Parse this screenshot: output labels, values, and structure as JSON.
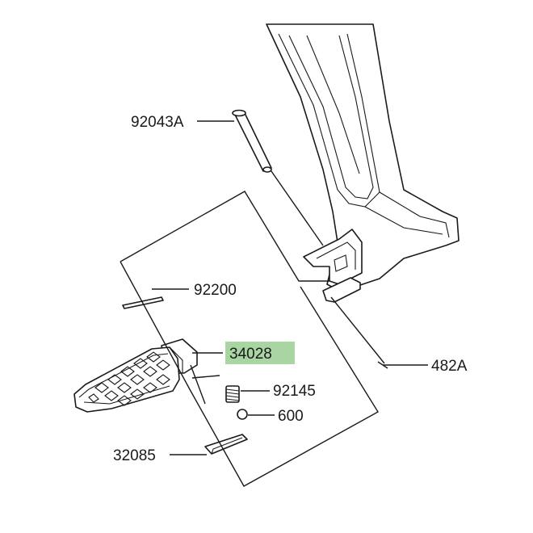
{
  "diagram": {
    "highlight_color": "#a8d5a2",
    "line_color": "#1a1a1a",
    "background": "#ffffff",
    "parts": [
      {
        "key": "bolt",
        "label": "92043A"
      },
      {
        "key": "pin",
        "label": "92200"
      },
      {
        "key": "footpeg",
        "label": "34028",
        "highlighted": true
      },
      {
        "key": "spring",
        "label": "92145"
      },
      {
        "key": "ball",
        "label": "600"
      },
      {
        "key": "plate",
        "label": "32085"
      },
      {
        "key": "bracket",
        "label": "482A"
      }
    ]
  }
}
